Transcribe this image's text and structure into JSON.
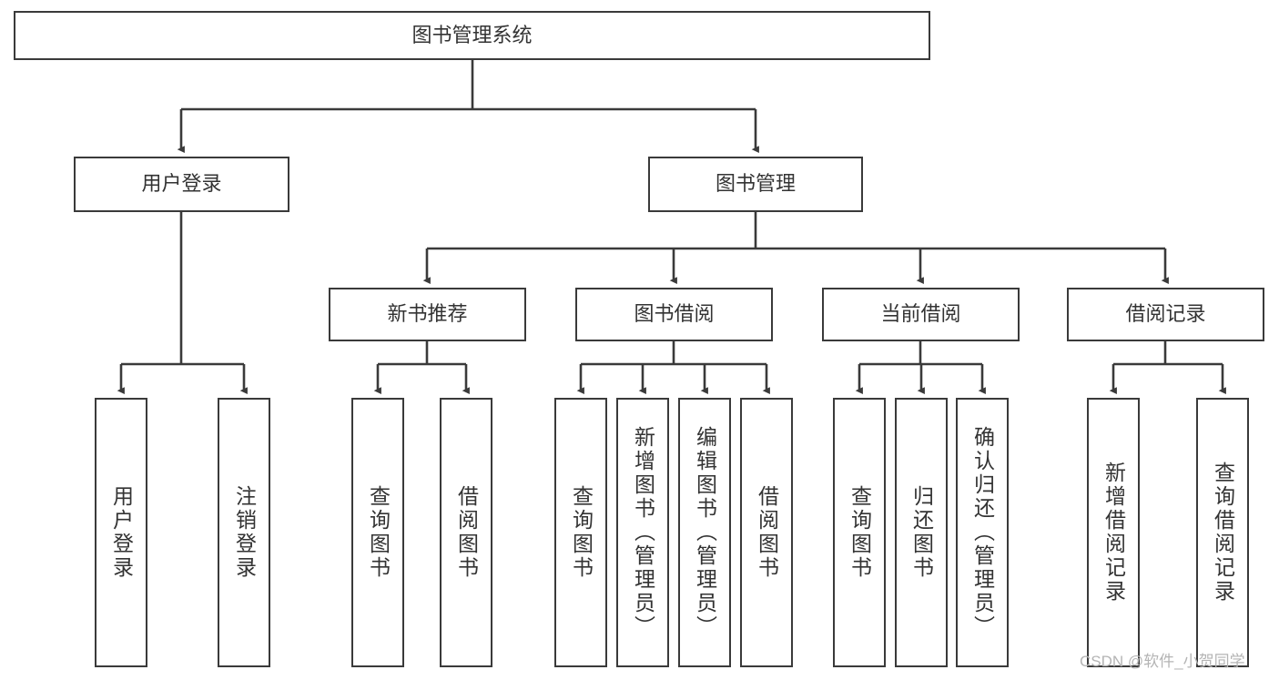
{
  "diagram": {
    "title": "图书管理系统",
    "watermark": "CSDN @软件_小贺同学",
    "colors": {
      "box_stroke": "#3a3a3a",
      "box_fill": "#ffffff",
      "edge_stroke": "#3a3a3a",
      "text": "#333333",
      "watermark": "#b4b4b4",
      "background": "#ffffff"
    },
    "nodes": {
      "root": {
        "label": "图书管理系统",
        "orientation": "horizontal"
      },
      "level2": [
        {
          "id": "user-login",
          "label": "用户登录",
          "orientation": "horizontal"
        },
        {
          "id": "book-management",
          "label": "图书管理",
          "orientation": "horizontal"
        }
      ],
      "level3": [
        {
          "id": "new-book-recommend",
          "label": "新书推荐",
          "orientation": "horizontal"
        },
        {
          "id": "book-borrow",
          "label": "图书借阅",
          "orientation": "horizontal"
        },
        {
          "id": "current-borrow",
          "label": "当前借阅",
          "orientation": "horizontal"
        },
        {
          "id": "borrow-record",
          "label": "借阅记录",
          "orientation": "horizontal"
        }
      ],
      "leaves": [
        {
          "id": "leaf-user-login",
          "label": "用户登录",
          "parent": "user-login",
          "orientation": "vertical"
        },
        {
          "id": "leaf-user-logout",
          "label": "注销登录",
          "parent": "user-login",
          "orientation": "vertical"
        },
        {
          "id": "leaf-query-book-1",
          "label": "查询图书",
          "parent": "new-book-recommend",
          "orientation": "vertical"
        },
        {
          "id": "leaf-borrow-book-1",
          "label": "借阅图书",
          "parent": "new-book-recommend",
          "orientation": "vertical"
        },
        {
          "id": "leaf-query-book-2",
          "label": "查询图书",
          "parent": "book-borrow",
          "orientation": "vertical"
        },
        {
          "id": "leaf-add-book",
          "label": "新增图书（管理员）",
          "parent": "book-borrow",
          "orientation": "vertical"
        },
        {
          "id": "leaf-edit-book",
          "label": "编辑图书（管理员）",
          "parent": "book-borrow",
          "orientation": "vertical"
        },
        {
          "id": "leaf-borrow-book-2",
          "label": "借阅图书",
          "parent": "book-borrow",
          "orientation": "vertical"
        },
        {
          "id": "leaf-query-book-3",
          "label": "查询图书",
          "parent": "current-borrow",
          "orientation": "vertical"
        },
        {
          "id": "leaf-return-book",
          "label": "归还图书",
          "parent": "current-borrow",
          "orientation": "vertical"
        },
        {
          "id": "leaf-confirm-return",
          "label": "确认归还（管理员）",
          "parent": "current-borrow",
          "orientation": "vertical"
        },
        {
          "id": "leaf-add-record",
          "label": "新增借阅记录",
          "parent": "borrow-record",
          "orientation": "vertical"
        },
        {
          "id": "leaf-query-record",
          "label": "查询借阅记录",
          "parent": "borrow-record",
          "orientation": "vertical"
        }
      ]
    }
  }
}
